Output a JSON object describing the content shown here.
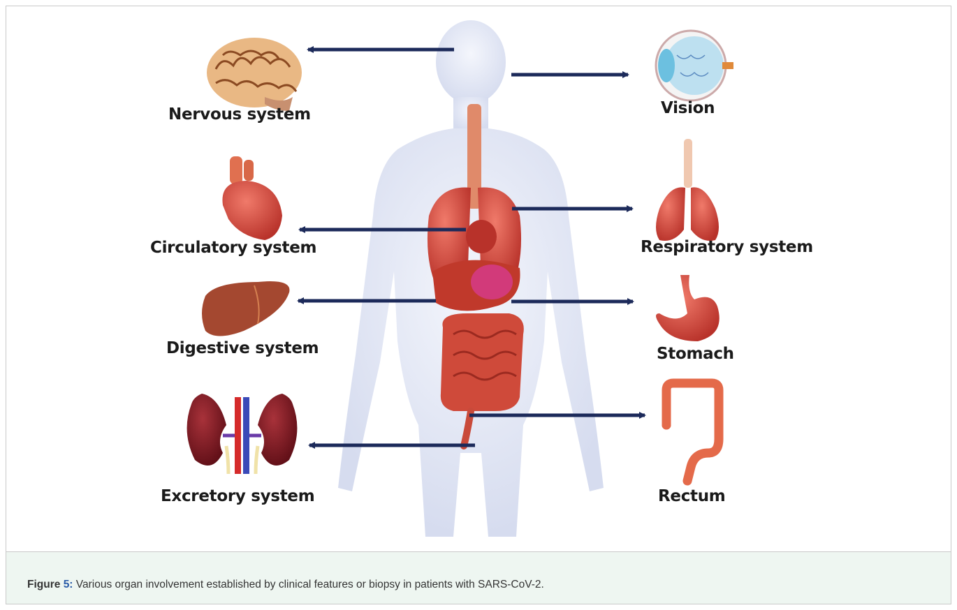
{
  "labels": {
    "nervous": "Nervous system",
    "circulatory": "Circulatory system",
    "digestive": "Digestive system",
    "excretory": "Excretory system",
    "vision": "Vision",
    "respiratory": "Respiratory system",
    "stomach": "Stomach",
    "rectum": "Rectum"
  },
  "caption": {
    "label": "Figure",
    "number": "5:",
    "text": " Various organ involvement established by clinical features or biopsy in patients with SARS-CoV-2."
  },
  "colors": {
    "arrow": "#1c2a5a",
    "body": "#e4e8f5",
    "organ_red": "#c0392b",
    "caption_bg": "#eef6f1"
  }
}
